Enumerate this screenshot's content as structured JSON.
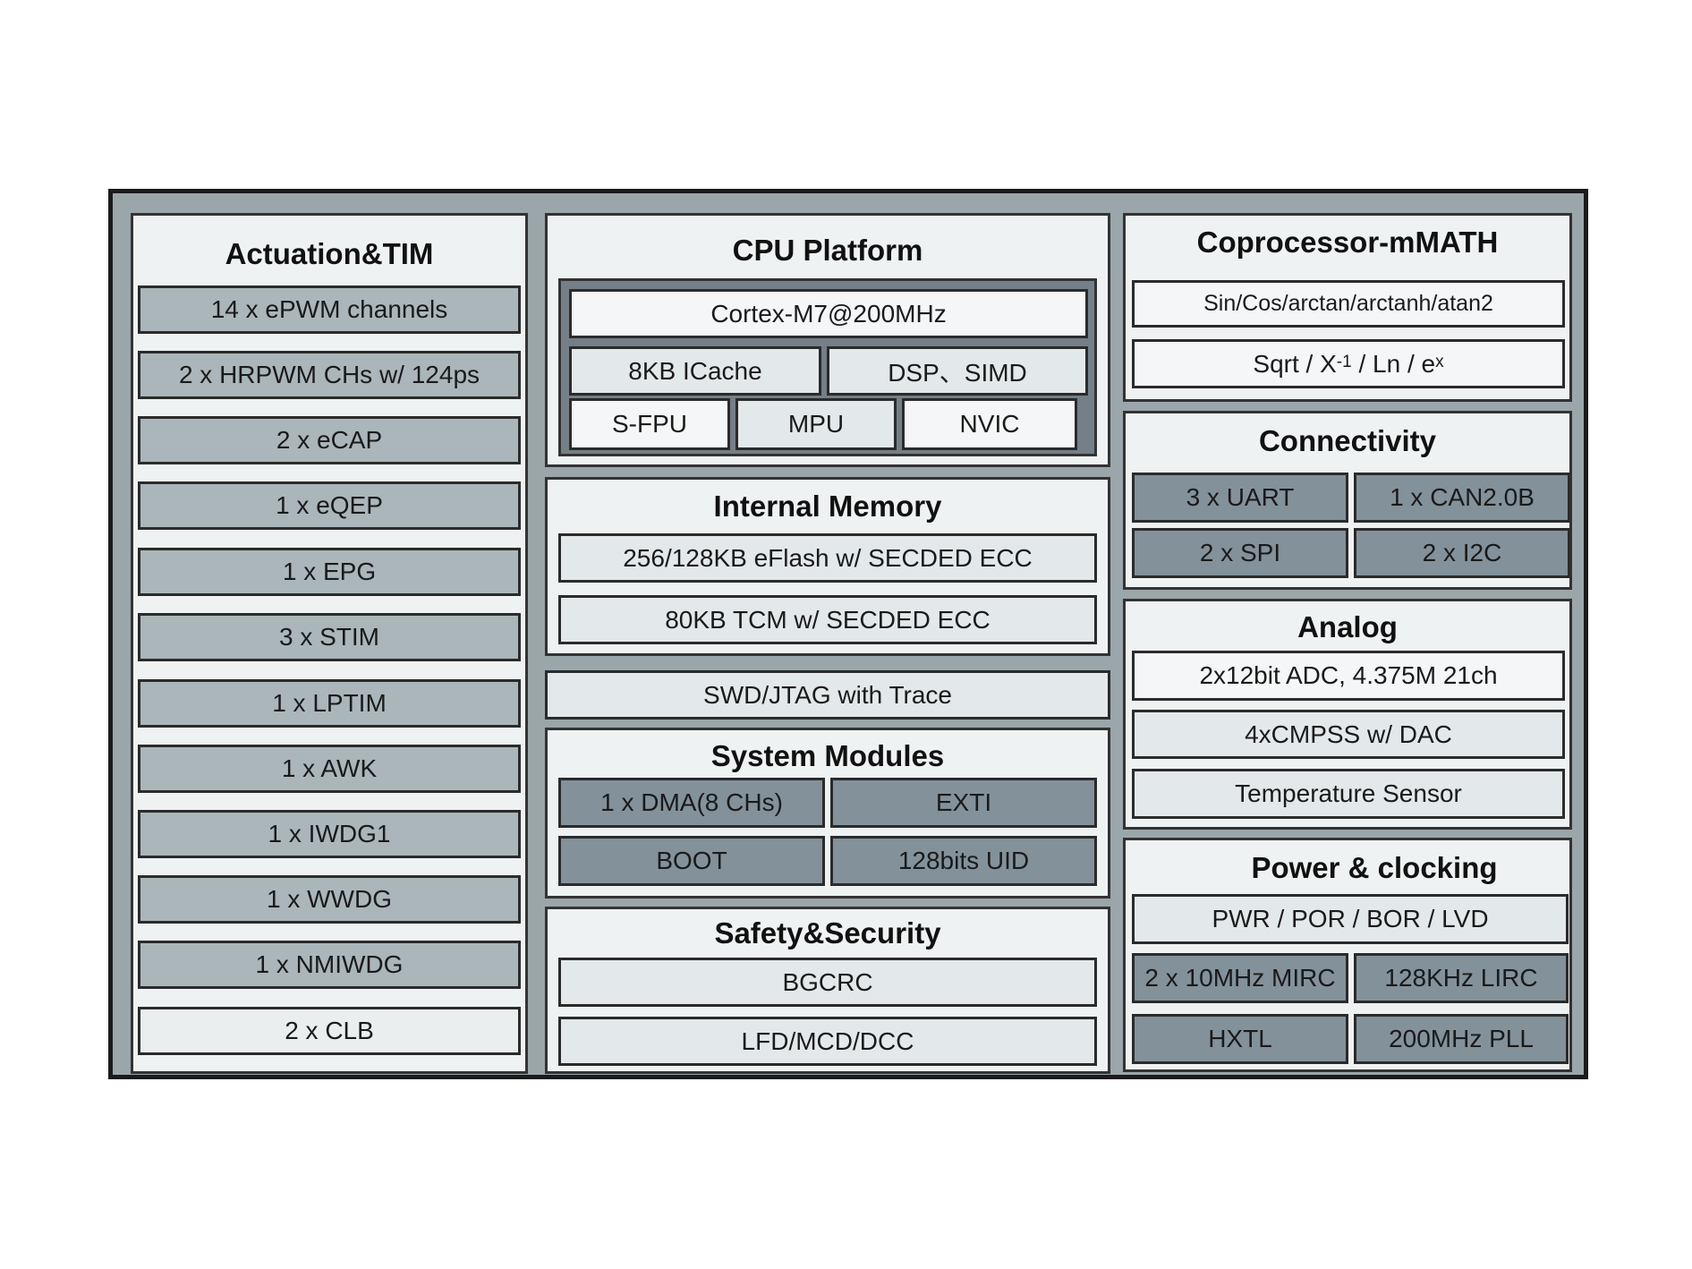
{
  "actuation": {
    "title": "Actuation&TIM",
    "items": [
      "14 x ePWM channels",
      "2 x HRPWM CHs w/ 124ps",
      "2 x eCAP",
      "1 x eQEP",
      "1 x EPG",
      "3 x STIM",
      "1 x LPTIM",
      "1 x AWK",
      "1 x IWDG1",
      "1 x WWDG",
      "1 x NMIWDG",
      "2 x CLB"
    ]
  },
  "cpu": {
    "title": "CPU Platform",
    "core": "Cortex-M7@200MHz",
    "icache": "8KB ICache",
    "dsp": "DSP、SIMD",
    "sfpu": "S-FPU",
    "mpu": "MPU",
    "nvic": "NVIC"
  },
  "memory": {
    "title": "Internal Memory",
    "items": [
      "256/128KB eFlash w/ SECDED ECC",
      "80KB TCM w/ SECDED ECC"
    ]
  },
  "debug": {
    "label": "SWD/JTAG with Trace"
  },
  "system": {
    "title": "System Modules",
    "items": [
      "1 x DMA(8 CHs)",
      "EXTI",
      "BOOT",
      "128bits UID"
    ]
  },
  "safety": {
    "title": "Safety&Security",
    "items": [
      "BGCRC",
      "LFD/MCD/DCC"
    ]
  },
  "coprocessor": {
    "title": "Coprocessor-mMATH",
    "trig": "Sin/Cos/arctan/arctanh/atan2",
    "math_sqrt": "Sqrt / X",
    "math_sup1": "-1",
    "math_ln": " / Ln / e",
    "math_sup2": "x"
  },
  "connectivity": {
    "title": "Connectivity",
    "items": [
      "3 x UART",
      "1 x CAN2.0B",
      "2 x SPI",
      "2 x I2C"
    ]
  },
  "analog": {
    "title": "Analog",
    "items": [
      "2x12bit ADC, 4.375M 21ch",
      "4xCMPSS w/ DAC",
      "Temperature Sensor"
    ]
  },
  "power": {
    "title": "Power & clocking",
    "items": [
      "PWR / POR / BOR / LVD",
      "2 x 10MHz MIRC",
      "128KHz LIRC",
      "HXTL",
      "200MHz PLL"
    ]
  }
}
